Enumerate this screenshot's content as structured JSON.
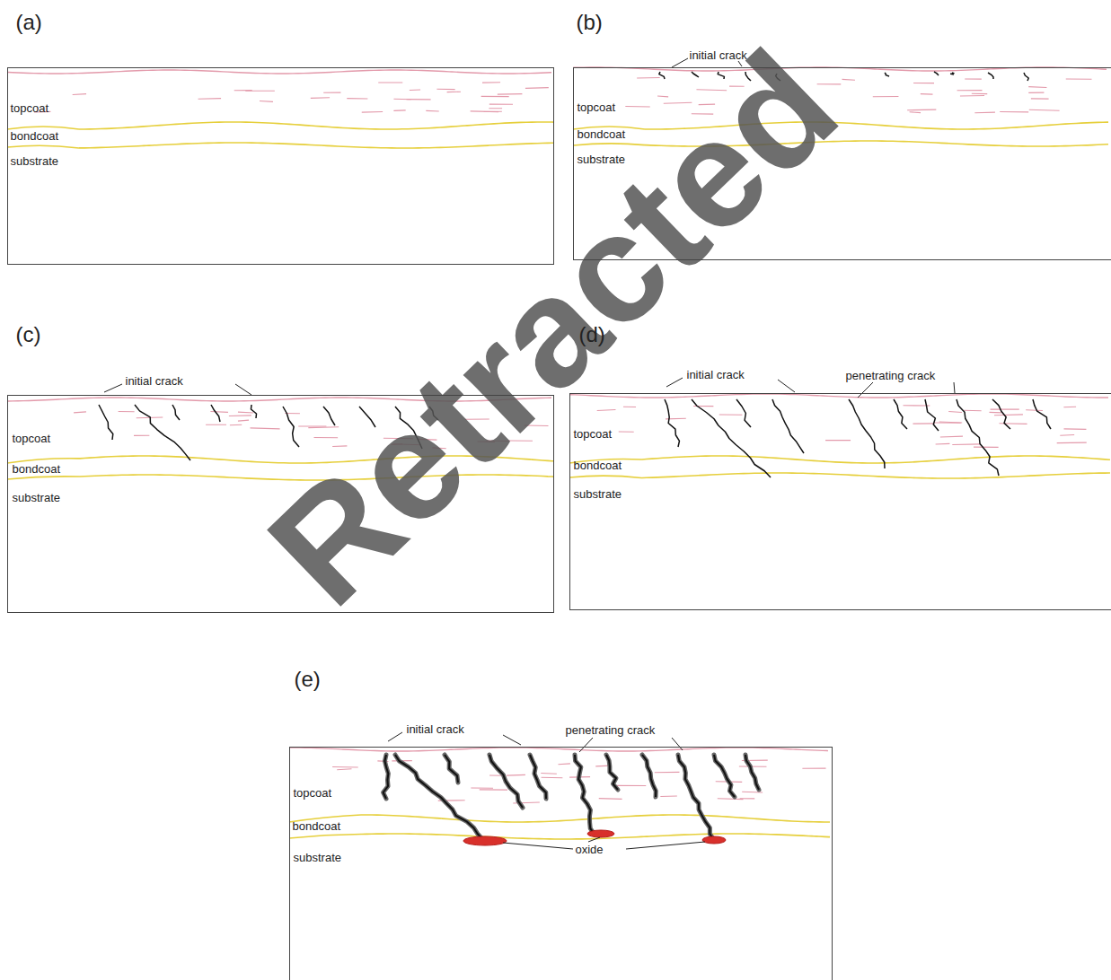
{
  "diagram": {
    "nodes": [
      {
        "text": [
          "(a)",
          "topcoat",
          "bondcoat",
          "substrate"
        ]
      },
      {
        "text": [
          "(b)",
          "initial crack",
          "topcoat",
          "bondcoat",
          "substrate"
        ]
      },
      {
        "text": [
          "(c)",
          "initial crack",
          "topcoat",
          "bondcoat",
          "substrate"
        ]
      },
      {
        "text": [
          "(d)",
          "initial crack",
          "penetrating crack",
          "topcoat",
          "bondcoat",
          "substrate"
        ]
      },
      {
        "text": [
          "(e)",
          "initial crack",
          "penetrating crack",
          "topcoat",
          "bondcoat",
          "substrate",
          "oxide"
        ]
      }
    ],
    "edges": [],
    "labels": [
      "Retracted"
    ]
  }
}
